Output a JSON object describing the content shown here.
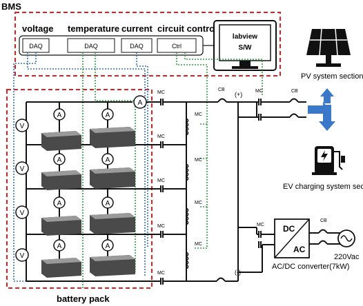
{
  "bms": {
    "title": "BMS",
    "labels": {
      "voltage": "voltage",
      "temperature": "temperature",
      "current": "current",
      "circuit_control": "circuit control"
    },
    "boxes": {
      "daq_voltage": "DAQ",
      "daq_temperature": "DAQ",
      "daq_current": "DAQ",
      "ctrl": "Ctrl"
    },
    "software": {
      "line1": "labview",
      "line2": "S/W"
    }
  },
  "battery_pack": {
    "label": "battery pack"
  },
  "symbols": {
    "ammeter": "A",
    "voltmeter": "V",
    "magnetic_contactor": "MC",
    "circuit_breaker": "CB",
    "plus": "(+)",
    "minus": "(-)"
  },
  "right": {
    "pv_label": "PV system section",
    "ev_label": "EV charging system section",
    "converter_top": "DC",
    "converter_bottom": "AC",
    "converter_label": "AC/DC converter(7kW)",
    "grid_label": "220Vac"
  },
  "colors": {
    "bms_border": "#e02020",
    "pack_border": "#e02020",
    "voltage_wire": "#2f6fb5",
    "temperature_wire": "#2e9e3e",
    "current_wire": "#2f6fb5",
    "control_wire": "#2e9e3e",
    "arrow": "#3a78c9",
    "power_line": "#111111"
  }
}
